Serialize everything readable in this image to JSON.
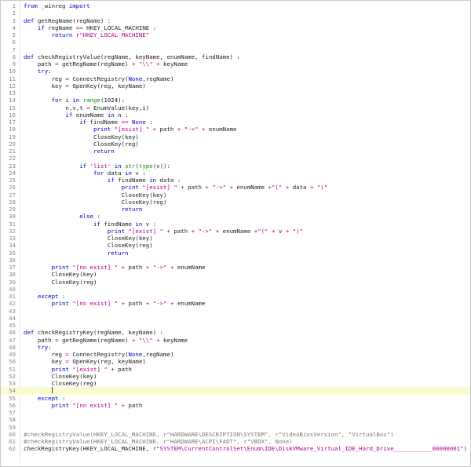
{
  "editor": {
    "current_line": 54,
    "lines": [
      {
        "n": "1",
        "indent": 0,
        "tokens": [
          [
            "kw",
            "from"
          ],
          [
            "",
            "_winreg"
          ],
          [
            "kw",
            "import"
          ],
          [
            "",
            ""
          ]
        ]
      },
      {
        "n": "2",
        "indent": 0,
        "tokens": []
      },
      {
        "n": "3",
        "indent": 0,
        "tokens": [
          [
            "kw",
            "def "
          ],
          [
            "",
            "getRegName(regName) :"
          ]
        ]
      },
      {
        "n": "4",
        "indent": 1,
        "tokens": [
          [
            "kw",
            "if"
          ],
          [
            "",
            " regName "
          ],
          [
            "op",
            "=="
          ],
          [
            "",
            " HKEY_LOCAL_MACHINE :"
          ]
        ]
      },
      {
        "n": "5",
        "indent": 2,
        "tokens": [
          [
            "kw",
            "return"
          ],
          [
            "",
            " "
          ],
          [
            "st",
            "r\"HKEY_LOCAL_MACHINE\""
          ]
        ]
      },
      {
        "n": "6",
        "indent": 0,
        "tokens": []
      },
      {
        "n": "7",
        "indent": 0,
        "tokens": []
      },
      {
        "n": "8",
        "indent": 0,
        "tokens": [
          [
            "kw",
            "def "
          ],
          [
            "",
            "checkRegistryValue(regName, keyName, enumName, findName) :"
          ]
        ]
      },
      {
        "n": "9",
        "indent": 1,
        "tokens": [
          [
            "",
            "path "
          ],
          [
            "op",
            "="
          ],
          [
            "",
            " getRegName(regName) "
          ],
          [
            "op",
            "+"
          ],
          [
            "",
            " "
          ],
          [
            "st",
            "\"\\\\\""
          ],
          [
            "",
            " "
          ],
          [
            "op",
            "+"
          ],
          [
            "",
            " keyName"
          ]
        ]
      },
      {
        "n": "10",
        "indent": 1,
        "tokens": [
          [
            "kw",
            "try"
          ],
          [
            "",
            ":"
          ]
        ]
      },
      {
        "n": "11",
        "indent": 2,
        "tokens": [
          [
            "",
            "reg "
          ],
          [
            "op",
            "="
          ],
          [
            "",
            " ConnectRegistry("
          ],
          [
            "kw",
            "None"
          ],
          [
            "",
            ",regName)"
          ]
        ]
      },
      {
        "n": "12",
        "indent": 2,
        "tokens": [
          [
            "",
            "key "
          ],
          [
            "op",
            "="
          ],
          [
            "",
            " OpenKey(reg, keyName)"
          ]
        ]
      },
      {
        "n": "13",
        "indent": 0,
        "tokens": []
      },
      {
        "n": "14",
        "indent": 2,
        "tokens": [
          [
            "kw",
            "for"
          ],
          [
            "",
            " i "
          ],
          [
            "kw",
            "in"
          ],
          [
            "",
            " "
          ],
          [
            "bi",
            "range"
          ],
          [
            "",
            "(1024):"
          ]
        ]
      },
      {
        "n": "15",
        "indent": 3,
        "tokens": [
          [
            "",
            "n,v,t "
          ],
          [
            "op",
            "="
          ],
          [
            "",
            " EnumValue(key,i)"
          ]
        ]
      },
      {
        "n": "16",
        "indent": 3,
        "tokens": [
          [
            "kw",
            "if"
          ],
          [
            "",
            " enumName "
          ],
          [
            "kw",
            "in"
          ],
          [
            "",
            " n :"
          ]
        ]
      },
      {
        "n": "17",
        "indent": 4,
        "tokens": [
          [
            "kw",
            "if"
          ],
          [
            "",
            " findName "
          ],
          [
            "op",
            "=="
          ],
          [
            "",
            " "
          ],
          [
            "kw",
            "None"
          ],
          [
            "",
            " :"
          ]
        ]
      },
      {
        "n": "18",
        "indent": 5,
        "tokens": [
          [
            "kw",
            "print"
          ],
          [
            "",
            " "
          ],
          [
            "st",
            "\"[exist] \""
          ],
          [
            "",
            " "
          ],
          [
            "op",
            "+"
          ],
          [
            "",
            " path "
          ],
          [
            "op",
            "+"
          ],
          [
            "",
            " "
          ],
          [
            "st",
            "\"->\""
          ],
          [
            "",
            " "
          ],
          [
            "op",
            "+"
          ],
          [
            "",
            " enumName"
          ]
        ]
      },
      {
        "n": "19",
        "indent": 5,
        "tokens": [
          [
            "",
            "CloseKey(key)"
          ]
        ]
      },
      {
        "n": "20",
        "indent": 5,
        "tokens": [
          [
            "",
            "CloseKey(reg)"
          ]
        ]
      },
      {
        "n": "21",
        "indent": 5,
        "tokens": [
          [
            "kw",
            "return"
          ]
        ]
      },
      {
        "n": "22",
        "indent": 0,
        "tokens": []
      },
      {
        "n": "23",
        "indent": 4,
        "tokens": [
          [
            "kw",
            "if"
          ],
          [
            "",
            " "
          ],
          [
            "st",
            "'list'"
          ],
          [
            "",
            " "
          ],
          [
            "kw",
            "in"
          ],
          [
            "",
            " "
          ],
          [
            "bi",
            "str"
          ],
          [
            "",
            "("
          ],
          [
            "bi",
            "type"
          ],
          [
            "",
            "(v)):"
          ]
        ]
      },
      {
        "n": "24",
        "indent": 5,
        "tokens": [
          [
            "kw",
            "for"
          ],
          [
            "",
            " data "
          ],
          [
            "kw",
            "in"
          ],
          [
            "",
            " v :"
          ]
        ]
      },
      {
        "n": "25",
        "indent": 6,
        "tokens": [
          [
            "kw",
            "if"
          ],
          [
            "",
            " findName "
          ],
          [
            "kw",
            "in"
          ],
          [
            "",
            " data :"
          ]
        ]
      },
      {
        "n": "26",
        "indent": 7,
        "tokens": [
          [
            "kw",
            "print"
          ],
          [
            "",
            " "
          ],
          [
            "st",
            "\"[exist] \""
          ],
          [
            "",
            " "
          ],
          [
            "op",
            "+"
          ],
          [
            "",
            " path "
          ],
          [
            "op",
            "+"
          ],
          [
            "",
            " "
          ],
          [
            "st",
            "\"->\""
          ],
          [
            "",
            " "
          ],
          [
            "op",
            "+"
          ],
          [
            "",
            " enumName "
          ],
          [
            "op",
            "+"
          ],
          [
            "st",
            "\"(\""
          ],
          [
            "",
            " "
          ],
          [
            "op",
            "+"
          ],
          [
            "",
            " data "
          ],
          [
            "op",
            "+"
          ],
          [
            "",
            " "
          ],
          [
            "st",
            "\")\""
          ]
        ]
      },
      {
        "n": "27",
        "indent": 7,
        "tokens": [
          [
            "",
            "CloseKey(key)"
          ]
        ]
      },
      {
        "n": "28",
        "indent": 7,
        "tokens": [
          [
            "",
            "CloseKey(reg)"
          ]
        ]
      },
      {
        "n": "29",
        "indent": 7,
        "tokens": [
          [
            "kw",
            "return"
          ]
        ]
      },
      {
        "n": "30",
        "indent": 4,
        "tokens": [
          [
            "kw",
            "else"
          ],
          [
            "",
            " :"
          ]
        ]
      },
      {
        "n": "31",
        "indent": 5,
        "tokens": [
          [
            "kw",
            "if"
          ],
          [
            "",
            " findName "
          ],
          [
            "kw",
            "in"
          ],
          [
            "",
            " v :"
          ]
        ]
      },
      {
        "n": "32",
        "indent": 6,
        "tokens": [
          [
            "kw",
            "print"
          ],
          [
            "",
            " "
          ],
          [
            "st",
            "\"[exist] \""
          ],
          [
            "",
            " "
          ],
          [
            "op",
            "+"
          ],
          [
            "",
            " path "
          ],
          [
            "op",
            "+"
          ],
          [
            "",
            " "
          ],
          [
            "st",
            "\"->\""
          ],
          [
            "",
            " "
          ],
          [
            "op",
            "+"
          ],
          [
            "",
            " enumName "
          ],
          [
            "op",
            "+"
          ],
          [
            "st",
            "\"(\""
          ],
          [
            "",
            " "
          ],
          [
            "op",
            "+"
          ],
          [
            "",
            " v "
          ],
          [
            "op",
            "+"
          ],
          [
            "",
            " "
          ],
          [
            "st",
            "\")\""
          ]
        ]
      },
      {
        "n": "33",
        "indent": 6,
        "tokens": [
          [
            "",
            "CloseKey(key)"
          ]
        ]
      },
      {
        "n": "34",
        "indent": 6,
        "tokens": [
          [
            "",
            "CloseKey(reg)"
          ]
        ]
      },
      {
        "n": "35",
        "indent": 6,
        "tokens": [
          [
            "kw",
            "return"
          ]
        ]
      },
      {
        "n": "36",
        "indent": 0,
        "tokens": []
      },
      {
        "n": "37",
        "indent": 2,
        "tokens": [
          [
            "kw",
            "print"
          ],
          [
            "",
            " "
          ],
          [
            "st",
            "\"[no exist] \""
          ],
          [
            "",
            " "
          ],
          [
            "op",
            "+"
          ],
          [
            "",
            " path "
          ],
          [
            "op",
            "+"
          ],
          [
            "",
            " "
          ],
          [
            "st",
            "\"->\""
          ],
          [
            "",
            " "
          ],
          [
            "op",
            "+"
          ],
          [
            "",
            " enumName"
          ]
        ]
      },
      {
        "n": "38",
        "indent": 2,
        "tokens": [
          [
            "",
            "CloseKey(key)"
          ]
        ]
      },
      {
        "n": "39",
        "indent": 2,
        "tokens": [
          [
            "",
            "CloseKey(reg)"
          ]
        ]
      },
      {
        "n": "40",
        "indent": 0,
        "tokens": []
      },
      {
        "n": "41",
        "indent": 1,
        "tokens": [
          [
            "kw",
            "except"
          ],
          [
            "",
            " :"
          ]
        ]
      },
      {
        "n": "42",
        "indent": 2,
        "tokens": [
          [
            "kw",
            "print"
          ],
          [
            "",
            " "
          ],
          [
            "st",
            "\"[no exist] \""
          ],
          [
            "",
            " "
          ],
          [
            "op",
            "+"
          ],
          [
            "",
            " path "
          ],
          [
            "op",
            "+"
          ],
          [
            "",
            " "
          ],
          [
            "st",
            "\"->\""
          ],
          [
            "",
            " "
          ],
          [
            "op",
            "+"
          ],
          [
            "",
            " enumName"
          ]
        ]
      },
      {
        "n": "43",
        "indent": 0,
        "tokens": []
      },
      {
        "n": "44",
        "indent": 0,
        "tokens": []
      },
      {
        "n": "45",
        "indent": 0,
        "tokens": []
      },
      {
        "n": "46",
        "indent": 0,
        "tokens": [
          [
            "kw",
            "def "
          ],
          [
            "",
            "checkRegistryKey(regName, keyName) :"
          ]
        ]
      },
      {
        "n": "47",
        "indent": 1,
        "tokens": [
          [
            "",
            "path "
          ],
          [
            "op",
            "="
          ],
          [
            "",
            " getRegName(regName) "
          ],
          [
            "op",
            "+"
          ],
          [
            "",
            " "
          ],
          [
            "st",
            "\"\\\\\""
          ],
          [
            "",
            " "
          ],
          [
            "op",
            "+"
          ],
          [
            "",
            " keyName"
          ]
        ]
      },
      {
        "n": "48",
        "indent": 1,
        "tokens": [
          [
            "kw",
            "try"
          ],
          [
            "",
            ":"
          ]
        ]
      },
      {
        "n": "49",
        "indent": 2,
        "tokens": [
          [
            "",
            "reg "
          ],
          [
            "op",
            "="
          ],
          [
            "",
            " ConnectRegistry("
          ],
          [
            "kw",
            "None"
          ],
          [
            "",
            ",regName)"
          ]
        ]
      },
      {
        "n": "50",
        "indent": 2,
        "tokens": [
          [
            "",
            "key "
          ],
          [
            "op",
            "="
          ],
          [
            "",
            " OpenKey(reg, keyName)"
          ]
        ]
      },
      {
        "n": "51",
        "indent": 2,
        "tokens": [
          [
            "kw",
            "print"
          ],
          [
            "",
            " "
          ],
          [
            "st",
            "\"[exist] \""
          ],
          [
            "",
            " "
          ],
          [
            "op",
            "+"
          ],
          [
            "",
            " path"
          ]
        ]
      },
      {
        "n": "52",
        "indent": 2,
        "tokens": [
          [
            "",
            "CloseKey(key)"
          ]
        ]
      },
      {
        "n": "53",
        "indent": 2,
        "tokens": [
          [
            "",
            "CloseKey(reg)"
          ]
        ]
      },
      {
        "n": "54",
        "indent": 2,
        "tokens": []
      },
      {
        "n": "55",
        "indent": 1,
        "tokens": [
          [
            "kw",
            "except"
          ],
          [
            "",
            " :"
          ]
        ]
      },
      {
        "n": "56",
        "indent": 2,
        "tokens": [
          [
            "kw",
            "print"
          ],
          [
            "",
            " "
          ],
          [
            "st",
            "\"[no exist] \""
          ],
          [
            "",
            " "
          ],
          [
            "op",
            "+"
          ],
          [
            "",
            " path"
          ]
        ]
      },
      {
        "n": "57",
        "indent": 0,
        "tokens": []
      },
      {
        "n": "58",
        "indent": 0,
        "tokens": []
      },
      {
        "n": "59",
        "indent": 0,
        "tokens": []
      },
      {
        "n": "60",
        "indent": 0,
        "tokens": [
          [
            "cm",
            "#checkRegistryValue(HKEY_LOCAL_MACHINE, r\"HARDWARE\\DESCRIPTION\\SYSTEM\", r\"VideoBiosVersion\", \"VirtualBox\")"
          ]
        ]
      },
      {
        "n": "61",
        "indent": 0,
        "tokens": [
          [
            "cm",
            "#checkRegistryValue(HKEY_LOCAL_MACHINE, r\"HARDWARE\\ACPI\\FADT\", r\"VBOX\", None)"
          ]
        ]
      },
      {
        "n": "62",
        "indent": 0,
        "tokens": [
          [
            "",
            "checkRegistryKey(HKEY_LOCAL_MACHINE, "
          ],
          [
            "st",
            "r\"SYSTEM\\CurrentControlSet\\Enum\\IDE\\DiskVMware_Virtual_IDE_Hard_Drive___________00000001\""
          ],
          [
            "",
            ")"
          ]
        ]
      }
    ]
  }
}
